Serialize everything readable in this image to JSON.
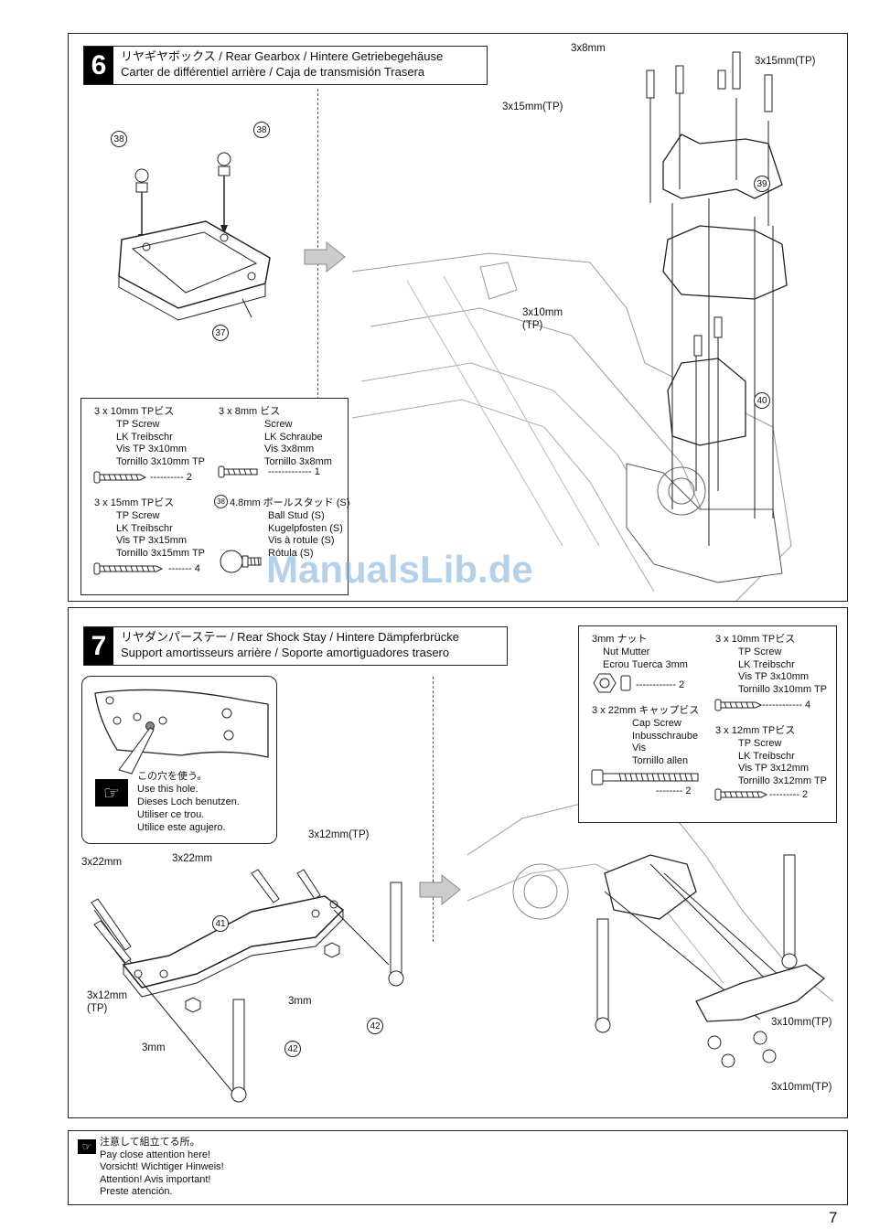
{
  "step6": {
    "number": "6",
    "title_line1": "リヤギヤボックス / Rear Gearbox / Hintere Getriebegehäuse",
    "title_line2": "Carter de différentiel arrière / Caja de transmisión Trasera",
    "part_38": "38",
    "part_37": "37",
    "part_39": "39",
    "part_40": "40",
    "callout_3x8": "3x8mm",
    "callout_3x15_tp_right": "3x15mm(TP)",
    "callout_3x15_tp_left": "3x15mm(TP)",
    "callout_3x10_tp_a": "3x10mm",
    "callout_3x10_tp_b": "(TP)",
    "parts_box": {
      "tp10": {
        "title": "3 x 10mm  TPビス",
        "lines": [
          "TP Screw",
          "LK Treibschr",
          "Vis TP 3x10mm",
          "Tornillo 3x10mm TP"
        ],
        "qty": "2"
      },
      "s8": {
        "title": "3 x 8mm  ビス",
        "lines": [
          "Screw",
          "LK Schraube",
          "Vis 3x8mm",
          "Tornillo 3x8mm"
        ],
        "qty": "1"
      },
      "tp15": {
        "title": "3 x 15mm  TPビス",
        "lines": [
          "TP Screw",
          "LK Treibschr",
          "Vis TP 3x15mm",
          "Tornillo 3x15mm TP"
        ],
        "qty": "4"
      },
      "stud": {
        "num": "38",
        "title": "4.8mm ボールスタッド (S)",
        "lines": [
          "Ball Stud (S)",
          "Kugelpfosten (S)",
          "Vis à rotule (S)",
          "Rótula (S)"
        ]
      }
    }
  },
  "step7": {
    "number": "7",
    "title_line1": "リヤダンパーステー / Rear Shock Stay / Hintere Dämpferbrücke",
    "title_line2": "Support amortisseurs arrière / Soporte amortiguadores trasero",
    "hole_note": [
      "この穴を使う。",
      "Use this hole.",
      "Dieses Loch benutzen.",
      "Utiliser ce trou.",
      "Utilice este agujero."
    ],
    "part_41": "41",
    "part_42a": "42",
    "part_42b": "42",
    "callout_3x22_a": "3x22mm",
    "callout_3x22_b": "3x22mm",
    "callout_3x12_tp_top": "3x12mm(TP)",
    "callout_3x12_tp_left_a": "3x12mm",
    "callout_3x12_tp_left_b": "(TP)",
    "callout_3mm_a": "3mm",
    "callout_3mm_b": "3mm",
    "callout_3x10_tp_a": "3x10mm(TP)",
    "callout_3x10_tp_b": "3x10mm(TP)",
    "parts_box": {
      "nut": {
        "title": "3mm  ナット",
        "lines": [
          "Nut     Mutter",
          "Ecrou    Tuerca 3mm"
        ],
        "qty": "2"
      },
      "cap": {
        "title": "3 x 22mm  キャップビス",
        "lines": [
          "Cap Screw",
          "Inbusschraube",
          "Vis",
          "Tornillo allen"
        ],
        "qty": "2"
      },
      "tp10": {
        "title": "3 x 10mm  TPビス",
        "lines": [
          "TP Screw",
          "LK Treibschr",
          "Vis TP 3x10mm",
          "Tornillo 3x10mm TP"
        ],
        "qty": "4"
      },
      "tp12": {
        "title": "3 x 12mm  TPビス",
        "lines": [
          "TP Screw",
          "LK Treibschr",
          "Vis TP 3x12mm",
          "Tornillo 3x12mm TP"
        ],
        "qty": "2"
      }
    }
  },
  "footer_note": [
    "注意して組立てる所。",
    "Pay close attention here!",
    "Vorsicht!  Wichtiger Hinweis!",
    "Attention! Avis important!",
    "Preste atención."
  ],
  "page_number": "7",
  "watermark": "ManualsLib.de"
}
